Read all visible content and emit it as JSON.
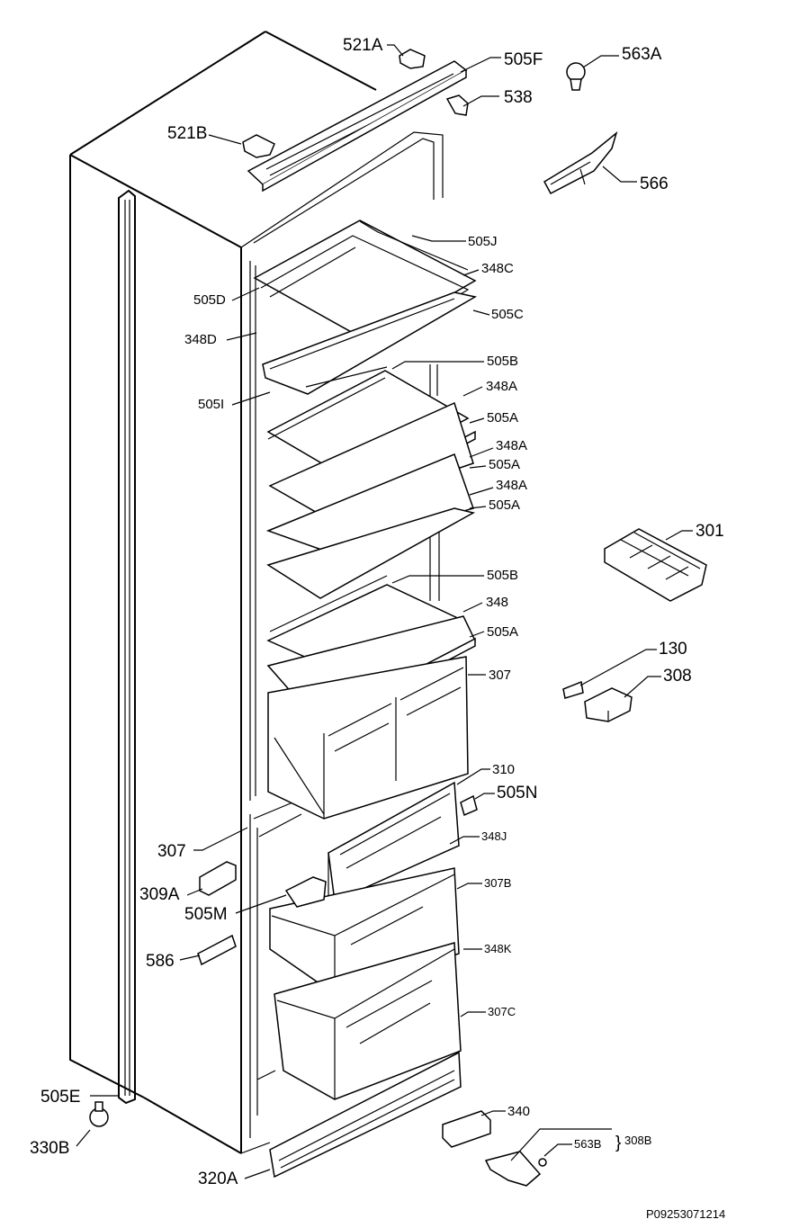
{
  "diagram": {
    "drawing_code": "P09253071214",
    "group_bracket": "}",
    "labels": [
      {
        "id": "l521a",
        "text": "521A"
      },
      {
        "id": "l505f",
        "text": "505F"
      },
      {
        "id": "l563a",
        "text": "563A"
      },
      {
        "id": "l538",
        "text": "538"
      },
      {
        "id": "l521b",
        "text": "521B"
      },
      {
        "id": "l566",
        "text": "566"
      },
      {
        "id": "l505j",
        "text": "505J"
      },
      {
        "id": "l348c",
        "text": "348C"
      },
      {
        "id": "l505d",
        "text": "505D"
      },
      {
        "id": "l505c",
        "text": "505C"
      },
      {
        "id": "l348d",
        "text": "348D"
      },
      {
        "id": "l505b1",
        "text": "505B"
      },
      {
        "id": "l348a1",
        "text": "348A"
      },
      {
        "id": "l505i",
        "text": "505I"
      },
      {
        "id": "l505a1",
        "text": "505A"
      },
      {
        "id": "l348a2",
        "text": "348A"
      },
      {
        "id": "l505a2",
        "text": "505A"
      },
      {
        "id": "l348a3",
        "text": "348A"
      },
      {
        "id": "l505a3",
        "text": "505A"
      },
      {
        "id": "l301",
        "text": "301"
      },
      {
        "id": "l505b2",
        "text": "505B"
      },
      {
        "id": "l348",
        "text": "348"
      },
      {
        "id": "l505a4",
        "text": "505A"
      },
      {
        "id": "l130",
        "text": "130"
      },
      {
        "id": "l307a",
        "text": "307"
      },
      {
        "id": "l308",
        "text": "308"
      },
      {
        "id": "l310",
        "text": "310"
      },
      {
        "id": "l505n",
        "text": "505N"
      },
      {
        "id": "l307b",
        "text": "307"
      },
      {
        "id": "l348j",
        "text": "348J"
      },
      {
        "id": "l309a",
        "text": "309A"
      },
      {
        "id": "l505m",
        "text": "505M"
      },
      {
        "id": "l307bb",
        "text": "307B"
      },
      {
        "id": "l348k",
        "text": "348K"
      },
      {
        "id": "l586",
        "text": "586"
      },
      {
        "id": "l307c",
        "text": "307C"
      },
      {
        "id": "l505e",
        "text": "505E"
      },
      {
        "id": "l330b",
        "text": "330B"
      },
      {
        "id": "l340",
        "text": "340"
      },
      {
        "id": "l563b",
        "text": "563B"
      },
      {
        "id": "l308b",
        "text": "308B"
      },
      {
        "id": "l320a",
        "text": "320A"
      }
    ]
  }
}
